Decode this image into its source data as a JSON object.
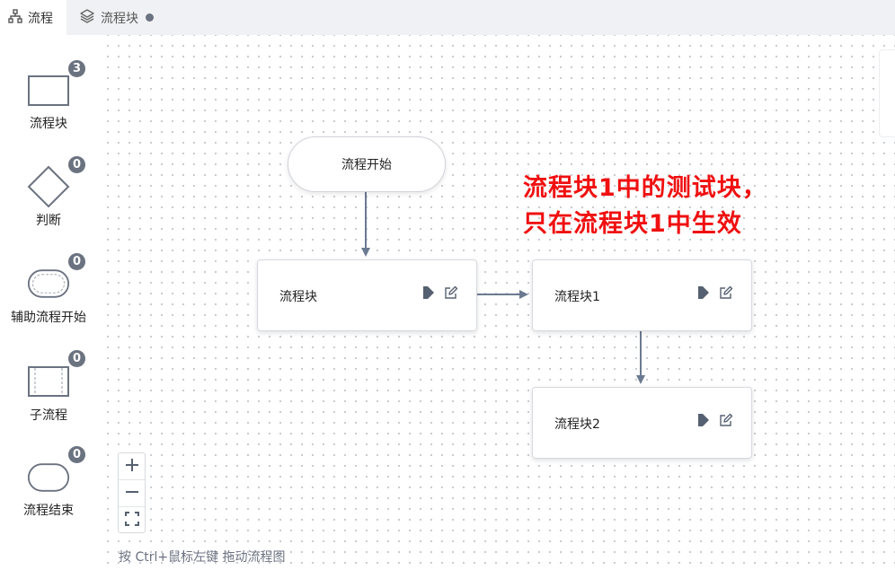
{
  "tabs": [
    {
      "label": "流程",
      "icon": "hierarchy-icon",
      "active": true
    },
    {
      "label": "流程块",
      "icon": "layers-icon",
      "active": false,
      "unsaved_dot": true
    }
  ],
  "palette": [
    {
      "label": "流程块",
      "count": "3",
      "shape": "rectangle"
    },
    {
      "label": "判断",
      "count": "0",
      "shape": "diamond"
    },
    {
      "label": "辅助流程开始",
      "count": "0",
      "shape": "double-rounded-rect"
    },
    {
      "label": "子流程",
      "count": "0",
      "shape": "subprocess-rect"
    },
    {
      "label": "流程结束",
      "count": "0",
      "shape": "rounded-rect"
    }
  ],
  "canvas": {
    "start_node": {
      "label": "流程开始"
    },
    "nodes": [
      {
        "label": "流程块"
      },
      {
        "label": "流程块1"
      },
      {
        "label": "流程块2"
      }
    ],
    "annotation": {
      "line1": "流程块1中的测试块，",
      "line2": "只在流程块1中生效",
      "color": "#f01010"
    },
    "zoom_controls": {
      "zoom_in": "+",
      "zoom_out": "−",
      "fit": "fit-screen-icon"
    },
    "hint": "按 Ctrl+鼠标左键 拖动流程图"
  },
  "colors": {
    "accent": "#6b7280",
    "edge": "#6b7a90",
    "tabbar_bg": "#f0f1f4"
  }
}
